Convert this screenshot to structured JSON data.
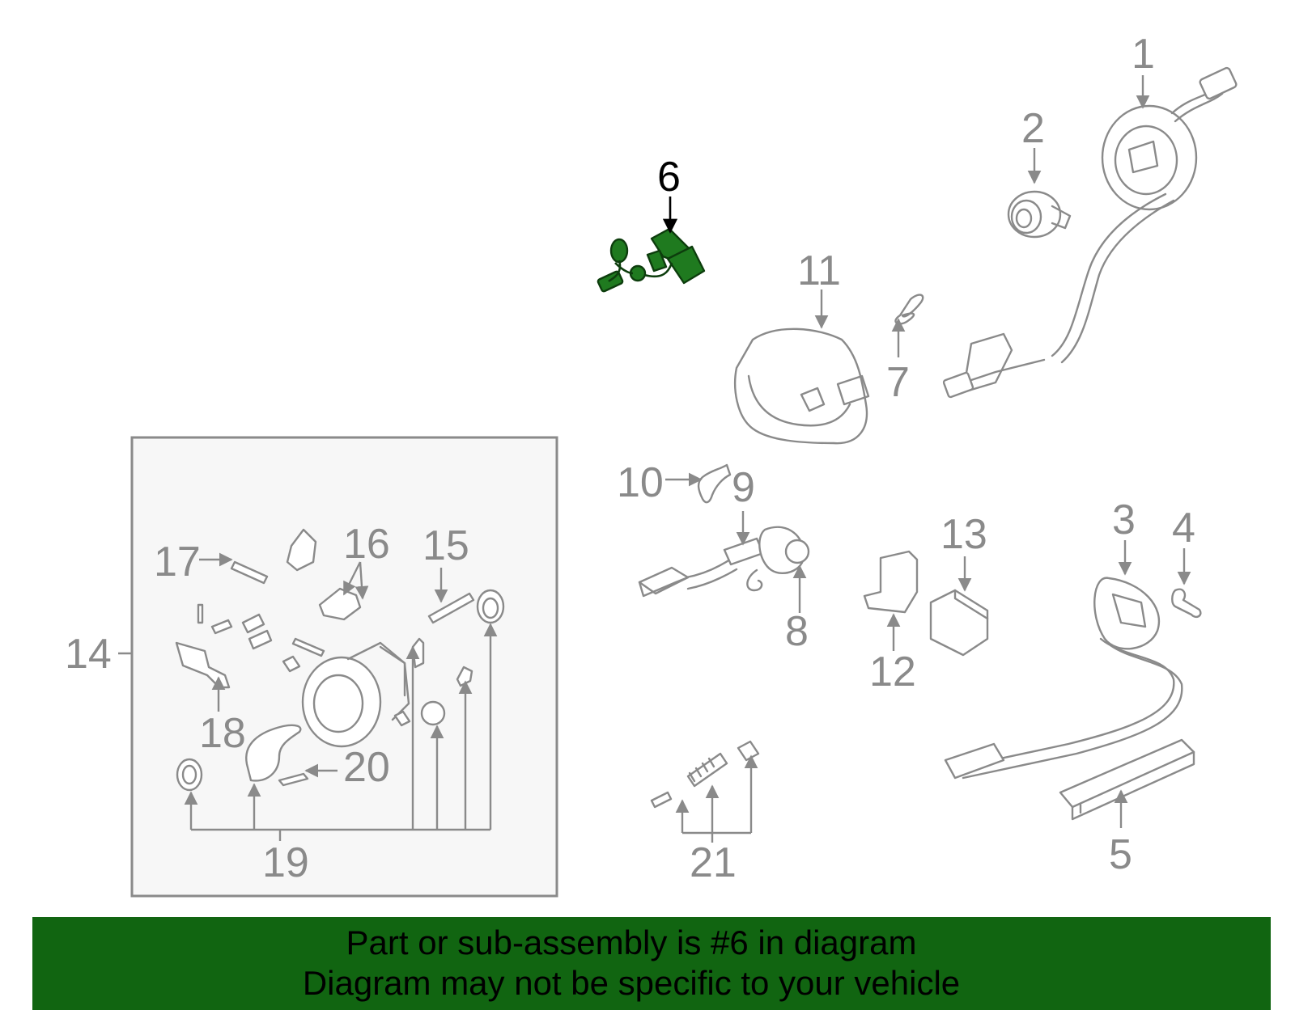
{
  "diagram": {
    "callouts": [
      "1",
      "2",
      "3",
      "4",
      "5",
      "6",
      "7",
      "8",
      "9",
      "10",
      "11",
      "12",
      "13",
      "14",
      "15",
      "16",
      "17",
      "18",
      "19",
      "20",
      "21"
    ],
    "highlighted_part": "6",
    "highlight_color": "#1f7a1f",
    "line_color": "#8a8a8a"
  },
  "banner": {
    "line1": "Part or sub-assembly is #6 in diagram",
    "line2": "Diagram may not be specific to your vehicle",
    "background": "#116511"
  }
}
